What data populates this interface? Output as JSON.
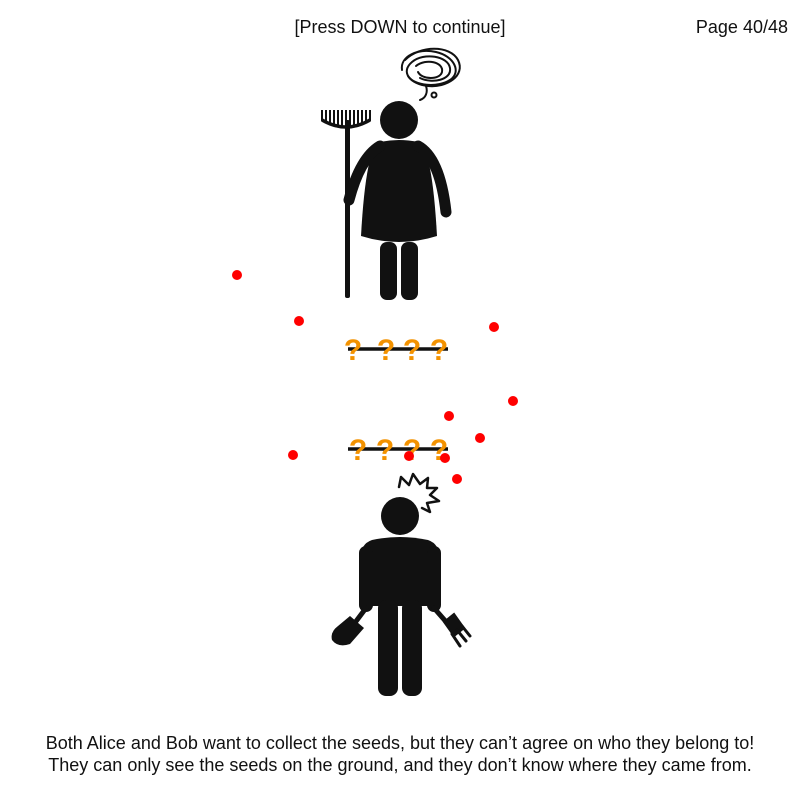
{
  "header": {
    "hint": "[Press DOWN to continue]",
    "page": "Page 40/48"
  },
  "caption": {
    "line1": "Both Alice and Bob want to collect the seeds, but they can’t agree on who they belong to!",
    "line2": "They can only see the seeds on the ground, and they don’t know where they came from."
  },
  "slots": {
    "top": [
      "?",
      "?",
      "?",
      "?"
    ],
    "bottom": [
      "?",
      "?",
      "?",
      "?"
    ]
  },
  "colors": {
    "seed": "#ff0000",
    "question": "#f39200",
    "figure": "#111111"
  },
  "icons": {
    "alice_thought": "scribble-cloud-icon",
    "bob_anger": "anger-burst-icon",
    "alice_tool": "rake-icon",
    "bob_tools": [
      "trowel-icon",
      "hand-fork-icon"
    ]
  }
}
